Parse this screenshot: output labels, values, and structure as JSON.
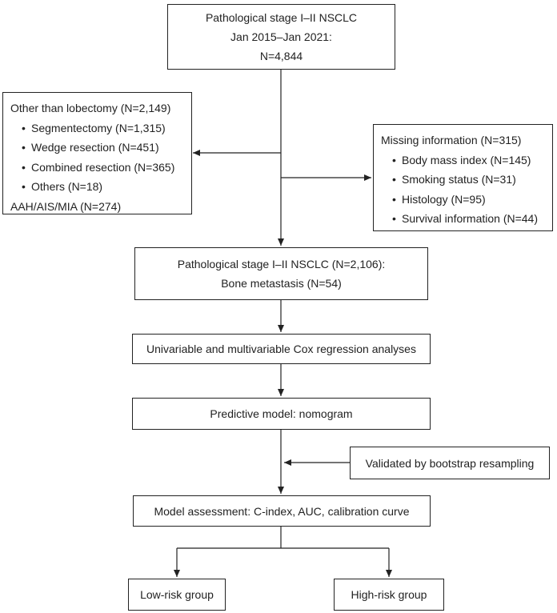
{
  "diagram": {
    "top": {
      "line1": "Pathological stage I–II NSCLC",
      "line2": "Jan 2015–Jan 2021:",
      "line3": "N=4,844"
    },
    "excluded_left": {
      "header": "Other than lobectomy (N=2,149)",
      "items": [
        "Segmentectomy (N=1,315)",
        "Wedge resection (N=451)",
        "Combined resection (N=365)",
        "Others (N=18)"
      ],
      "footer": "AAH/AIS/MIA (N=274)"
    },
    "excluded_right": {
      "header": "Missing information (N=315)",
      "items": [
        "Body mass index (N=145)",
        "Smoking status (N=31)",
        "Histology (N=95)",
        "Survival information (N=44)"
      ]
    },
    "cohort": {
      "line1": "Pathological stage I–II NSCLC (N=2,106):",
      "line2": "Bone metastasis (N=54)"
    },
    "cox": "Univariable and multivariable Cox regression analyses",
    "model": "Predictive model: nomogram",
    "validation": "Validated by bootstrap resampling",
    "assessment": "Model assessment: C-index, AUC, calibration curve",
    "low_risk": "Low-risk group",
    "high_risk": "High-risk group"
  }
}
